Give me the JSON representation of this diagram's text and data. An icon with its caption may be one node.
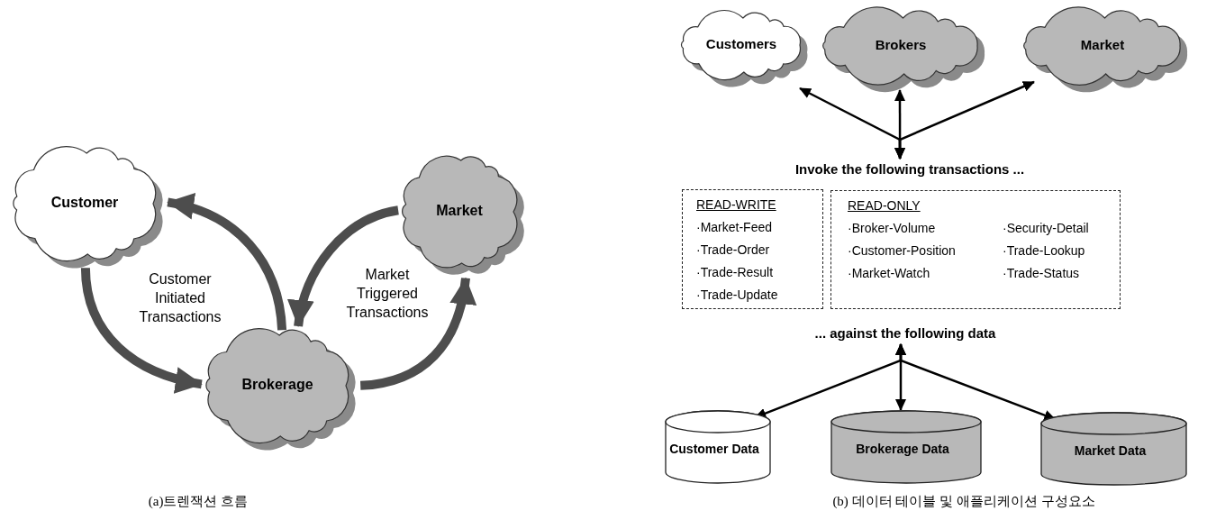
{
  "diagram": {
    "nodes": [
      {
        "text": [
          "Customer"
        ]
      },
      {
        "text": [
          "Brokerage"
        ]
      },
      {
        "text": [
          "Market"
        ]
      },
      {
        "text": [
          "Customers"
        ]
      },
      {
        "text": [
          "Brokers"
        ]
      },
      {
        "text": [
          "Market"
        ]
      },
      {
        "text": [
          "Invoke the following transactions ..."
        ]
      },
      {
        "text": [
          "READ-WRITE",
          "·Market-Feed",
          "·Trade-Order",
          "·Trade-Result",
          "·Trade-Update"
        ]
      },
      {
        "text": [
          "READ-ONLY",
          "·Broker-Volume",
          "·Customer-Position",
          "·Market-Watch",
          "·Security-Detail",
          "·Trade-Lookup",
          "·Trade-Status"
        ]
      },
      {
        "text": [
          "... against the following data"
        ]
      },
      {
        "text": [
          "Customer Data"
        ]
      },
      {
        "text": [
          "Brokerage Data"
        ]
      },
      {
        "text": [
          "Market Data"
        ]
      }
    ],
    "edges": [
      {
        "from": 0,
        "to": 1,
        "arrow": "to",
        "style": "thick"
      },
      {
        "from": 1,
        "to": 0,
        "arrow": "to",
        "style": "thick"
      },
      {
        "from": 2,
        "to": 1,
        "arrow": "to",
        "style": "thick"
      },
      {
        "from": 1,
        "to": 2,
        "arrow": "to",
        "style": "thick"
      },
      {
        "from": 6,
        "to": 3,
        "arrow": "both"
      },
      {
        "from": 6,
        "to": 4,
        "arrow": "both"
      },
      {
        "from": 6,
        "to": 5,
        "arrow": "both"
      },
      {
        "from": 9,
        "to": 10,
        "arrow": "both"
      },
      {
        "from": 9,
        "to": 11,
        "arrow": "both"
      },
      {
        "from": 9,
        "to": 12,
        "arrow": "both"
      }
    ],
    "labels": [
      "Customer Initiated Transactions",
      "Market Triggered Transactions",
      "(a)트렌잭션 흐름",
      "(b) 데이터 테이블 및 애플리케이션 구성요소"
    ]
  }
}
